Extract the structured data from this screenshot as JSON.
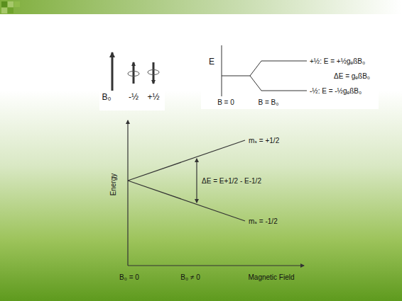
{
  "diagram": {
    "labels": [
      "B₀",
      "-½",
      "+½",
      "E",
      "+½: E = +½gₑßB₀",
      "ΔE = gₑßB₀",
      "-½: E = -½gₑßB₀",
      "B = 0",
      "B = B₀",
      "Energy",
      "mₛ = +1/2",
      "ΔE = E+1/2 - E-1/2",
      "mₛ = -1/2",
      "B₀ = 0",
      "B₀ ≠ 0",
      "Magnetic Field"
    ]
  }
}
